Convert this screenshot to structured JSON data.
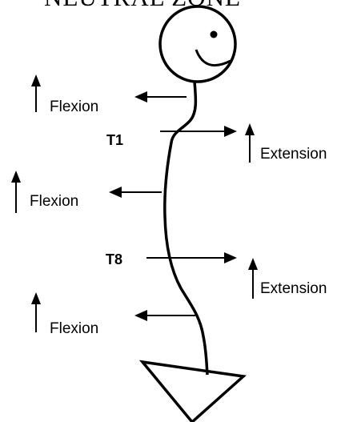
{
  "title": "NEUTRAL ZONE",
  "regions": [
    {
      "id": "cervical",
      "label": "Flexion",
      "arrow_direction": "left"
    },
    {
      "id": "upper_thoracic",
      "label": "Extension",
      "arrow_direction": "right",
      "level": "T1"
    },
    {
      "id": "thoracic",
      "label": "Flexion",
      "arrow_direction": "left"
    },
    {
      "id": "lower_thoracic",
      "label": "Extension",
      "arrow_direction": "right",
      "level": "T8"
    },
    {
      "id": "lumbar",
      "label": "Flexion",
      "arrow_direction": "left"
    }
  ]
}
